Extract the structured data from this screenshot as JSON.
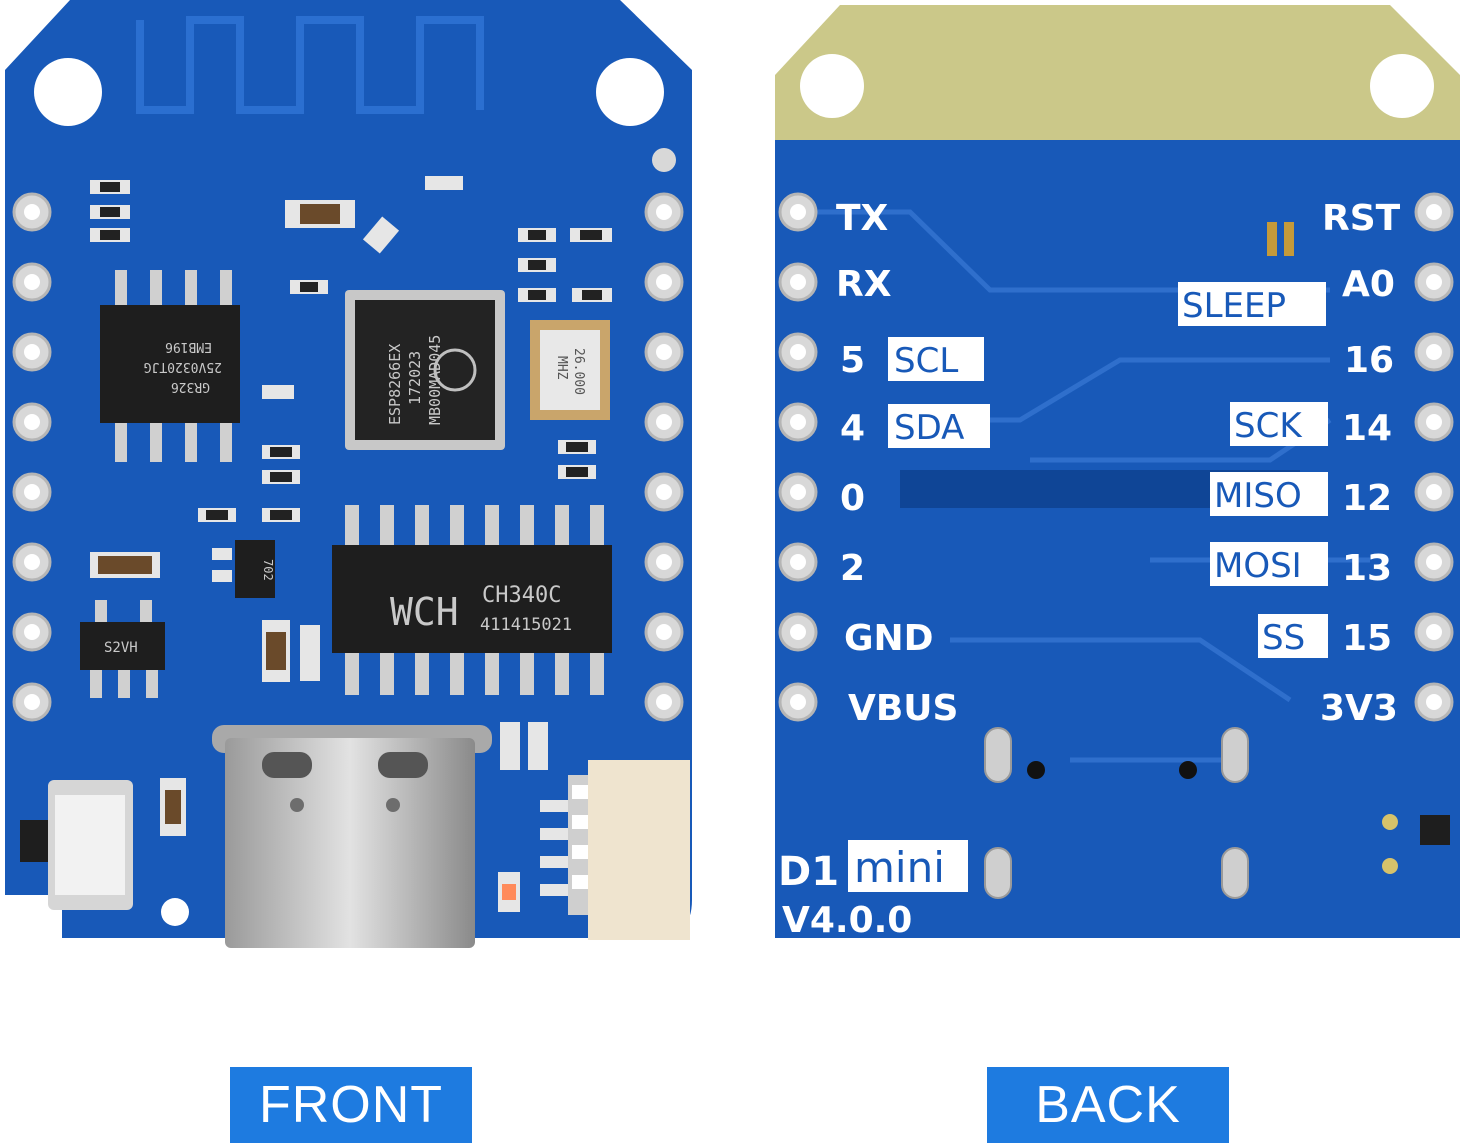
{
  "captions": {
    "front": "FRONT",
    "back": "BACK"
  },
  "front": {
    "chips": {
      "esp_line1": "ESP8266EX",
      "esp_line2": "172023",
      "esp_line3": "MB00MAD045",
      "xtal_line1": "26.000",
      "xtal_line2": "MHZ",
      "flash_line1": "GR326",
      "flash_line2": "25V0320TJG",
      "flash_line3": "EMB196",
      "usb_brand": "WCH",
      "usb_model": "CH340C",
      "usb_code": "411415021",
      "reg_mark": "S2VH",
      "small_mark": "702"
    }
  },
  "back": {
    "left_pins": [
      "TX",
      "RX",
      "5",
      "4",
      "0",
      "2",
      "GND",
      "VBUS"
    ],
    "left_boxed": {
      "scl": "SCL",
      "sda": "SDA"
    },
    "right_pins": [
      "RST",
      "A0",
      "16",
      "14",
      "12",
      "13",
      "15",
      "3V3"
    ],
    "right_boxed": {
      "sleep": "SLEEP",
      "sck": "SCK",
      "miso": "MISO",
      "mosi": "MOSI",
      "ss": "SS"
    },
    "model_prefix": "D1",
    "model_boxed": "mini",
    "version": "V4.0.0"
  },
  "colors": {
    "pcb_blue": "#1859b8",
    "pcb_dark": "#0f4596",
    "antenna_gold": "#cbc889",
    "caption_blue": "#1e7be0"
  }
}
